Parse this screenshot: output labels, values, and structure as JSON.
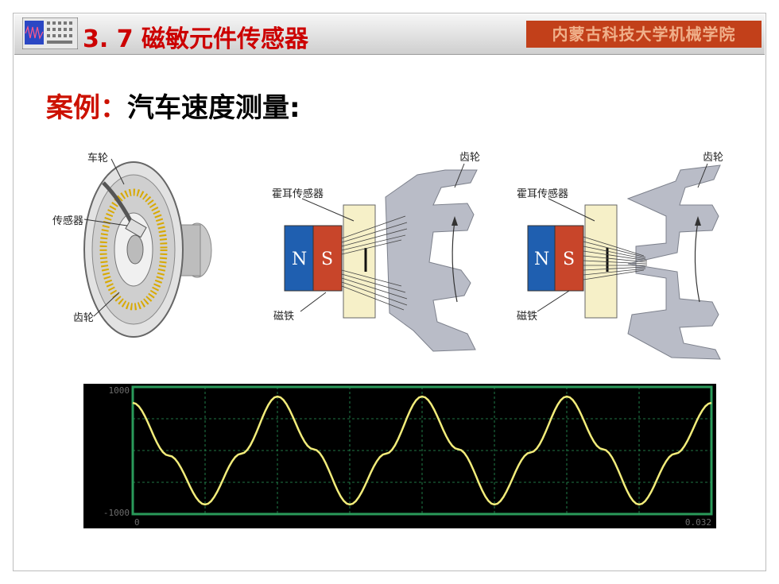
{
  "header": {
    "title": "3. 7  磁敏元件传感器",
    "institution": "内蒙古科技大学机械学院"
  },
  "case": {
    "label": "案例：",
    "text": "汽车速度测量:"
  },
  "wheel_diagram": {
    "labels": {
      "wheel": "车轮",
      "sensor": "传感器",
      "gear": "齿轮"
    }
  },
  "hall_diagram_1": {
    "labels": {
      "hall_sensor": "霍耳传感器",
      "gear": "齿轮",
      "magnet": "磁铁",
      "north": "N",
      "south": "S"
    }
  },
  "hall_diagram_2": {
    "labels": {
      "hall_sensor": "霍耳传感器",
      "gear": "齿轮",
      "magnet": "磁铁",
      "north": "N",
      "south": "S"
    }
  },
  "colors": {
    "title_red": "#cc0000",
    "badge_bg": "#c2401a",
    "magnet_north": "#1f5fb0",
    "magnet_south": "#c8452a",
    "hall_plate": "#f6f0c8",
    "gear_gray": "#b9bcc7",
    "scope_frame": "#2a9a5a",
    "scope_trace": "#f2ec7a"
  },
  "chart_data": {
    "type": "line",
    "title": "",
    "xlabel": "",
    "ylabel": "",
    "xlim": [
      0,
      0.032
    ],
    "ylim": [
      -1000,
      1000
    ],
    "x_tick_labels": [
      "0",
      "0.032"
    ],
    "y_tick_labels": [
      "1000",
      "-1000"
    ],
    "grid": true,
    "series": [
      {
        "x": [
          0,
          0.002,
          0.004,
          0.006,
          0.008,
          0.01,
          0.012,
          0.014,
          0.016,
          0.018,
          0.02,
          0.022,
          0.024,
          0.026,
          0.028,
          0.03,
          0.032
        ],
        "y": [
          750,
          -80,
          -850,
          -50,
          850,
          20,
          -850,
          -50,
          850,
          20,
          -850,
          -30,
          850,
          20,
          -850,
          -50,
          750
        ]
      }
    ]
  }
}
